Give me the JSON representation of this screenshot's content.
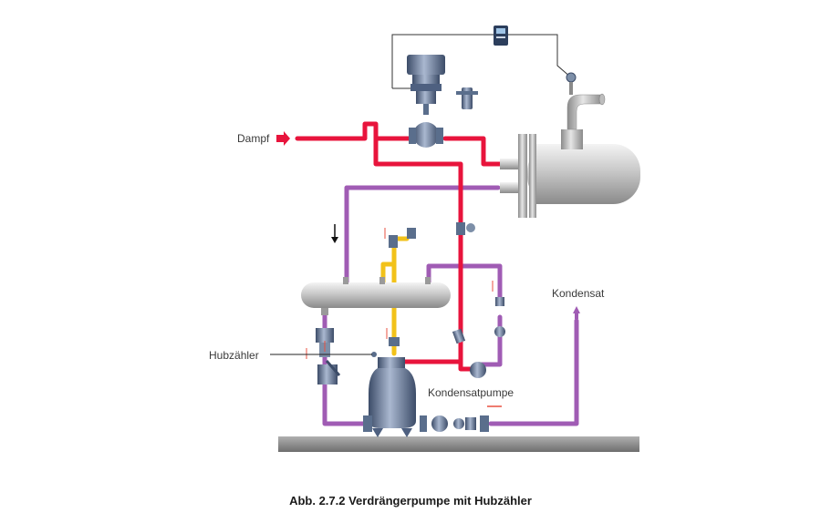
{
  "labels": {
    "steam": "Dampf",
    "stroke_counter": "Hubzähler",
    "condensate": "Kondensat",
    "condensate_pump": "Kondensatpumpe"
  },
  "caption": "Abb. 2.7.2 Verdrängerpumpe mit Hubzähler",
  "colors": {
    "steam_line": "#e8143c",
    "condensate_line": "#a05cb4",
    "exhaust_line": "#f2c21a",
    "equipment": "#b4b4b4",
    "valve": "#5a6e8c",
    "floor": "#8c8c8c"
  }
}
